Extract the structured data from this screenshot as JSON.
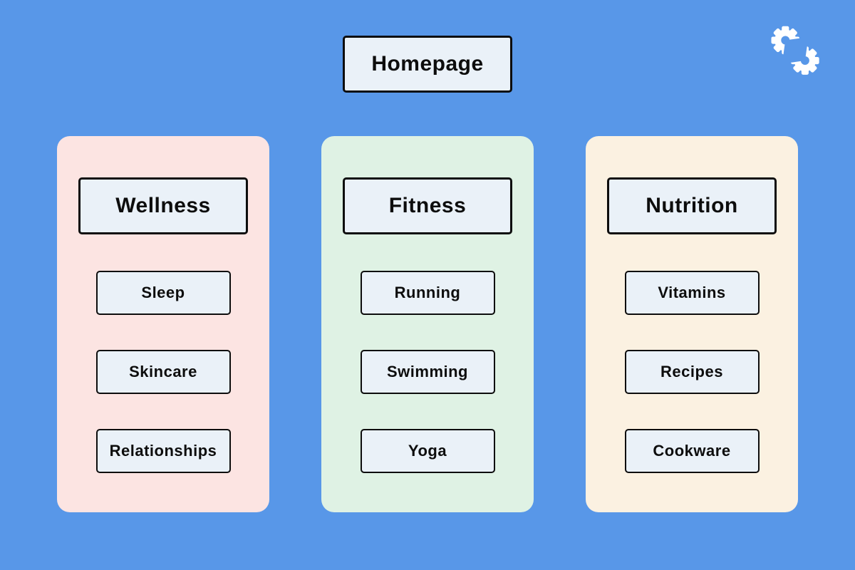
{
  "page": {
    "background_color": "#5897E8"
  },
  "logo": {
    "name": "interlocking-gears-logo",
    "color": "#FFFFFF"
  },
  "style": {
    "node_fill": "#EAF1F8",
    "node_border": "#0D0D0D",
    "node_text": "#0D0D0D"
  },
  "root": {
    "label": "Homepage"
  },
  "columns": [
    {
      "label": "Wellness",
      "panel_color": "#FCE4E2",
      "children": [
        "Sleep",
        "Skincare",
        "Relationships"
      ]
    },
    {
      "label": "Fitness",
      "panel_color": "#DFF2E4",
      "children": [
        "Running",
        "Swimming",
        "Yoga"
      ]
    },
    {
      "label": "Nutrition",
      "panel_color": "#FBF1E1",
      "children": [
        "Vitamins",
        "Recipes",
        "Cookware"
      ]
    }
  ]
}
